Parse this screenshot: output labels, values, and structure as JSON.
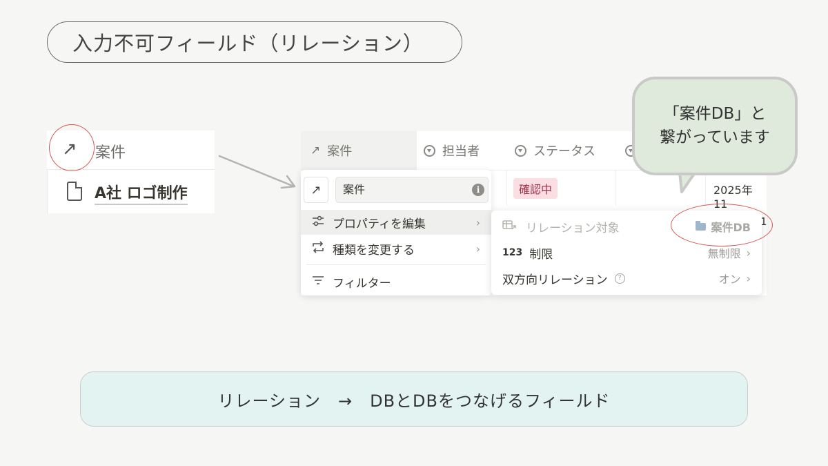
{
  "title": "入力不可フィールド（リレーション）",
  "left_snippet": {
    "property_icon": "↗",
    "property_label": "案件",
    "page_title": "A社 ロゴ制作"
  },
  "table": {
    "headers": [
      {
        "icon": "arrow-relation-icon",
        "label": "案件"
      },
      {
        "icon": "person-select-icon",
        "label": "担当者"
      },
      {
        "icon": "status-icon",
        "label": "ステータス"
      }
    ],
    "status_value": "確認中",
    "date_value": "2025年11",
    "row_number": "1"
  },
  "menu": {
    "type_icon": "↗",
    "name_value": "案件",
    "info_icon": "i",
    "items": [
      {
        "icon": "sliders-icon",
        "label": "プロパティを編集",
        "chevron": "›"
      },
      {
        "icon": "swap-icon",
        "label": "種類を変更する",
        "chevron": "›"
      },
      {
        "icon": "filter-icon",
        "label": "フィルター"
      }
    ]
  },
  "submenu": {
    "relation_target": {
      "label": "リレーション対象",
      "value": "案件DB"
    },
    "limit": {
      "num": "123",
      "label": "制限",
      "value": "無制限",
      "chevron": "›"
    },
    "bidirectional": {
      "label": "双方向リレーション",
      "help": "?",
      "value": "オン",
      "chevron": "›"
    }
  },
  "bubble": {
    "line1": "「案件DB」と",
    "line2": "繋がっています"
  },
  "bottom": {
    "text": "リレーション　→　DBとDBをつなげるフィールド"
  },
  "colors": {
    "background": "#f6f6f5",
    "status_bg": "#fadee2",
    "status_text": "#a0304a",
    "bubble_bg": "#dfe9dc",
    "bottom_bg": "#e3f3f2",
    "highlight_circle": "#d9534f"
  }
}
